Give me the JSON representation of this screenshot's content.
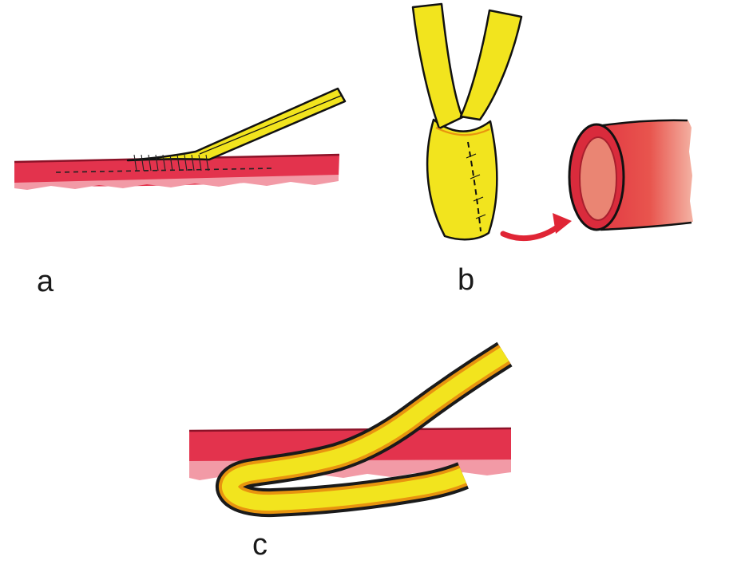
{
  "figure": {
    "type": "medical-illustration",
    "panels": [
      {
        "id": "a",
        "label": "a",
        "icon": "nerve-sutured-to-vessel-side-illustration"
      },
      {
        "id": "b",
        "label": "b",
        "icon": "nerve-junction-and-vessel-stump-illustration"
      },
      {
        "id": "c",
        "label": "c",
        "icon": "nerve-folded-under-vessel-illustration"
      }
    ]
  },
  "palette": {
    "ink": "#1a1a1a",
    "yellow": "#f2e41e",
    "orange": "#e8940f",
    "crimson": "#e3334d",
    "pink": "#f29aa6",
    "edgeRed": "#8c1228",
    "arrowRed": "#e02535",
    "tubeRing": "#d92b3c",
    "tubeLumen": "#ea8573",
    "background": "#ffffff"
  }
}
